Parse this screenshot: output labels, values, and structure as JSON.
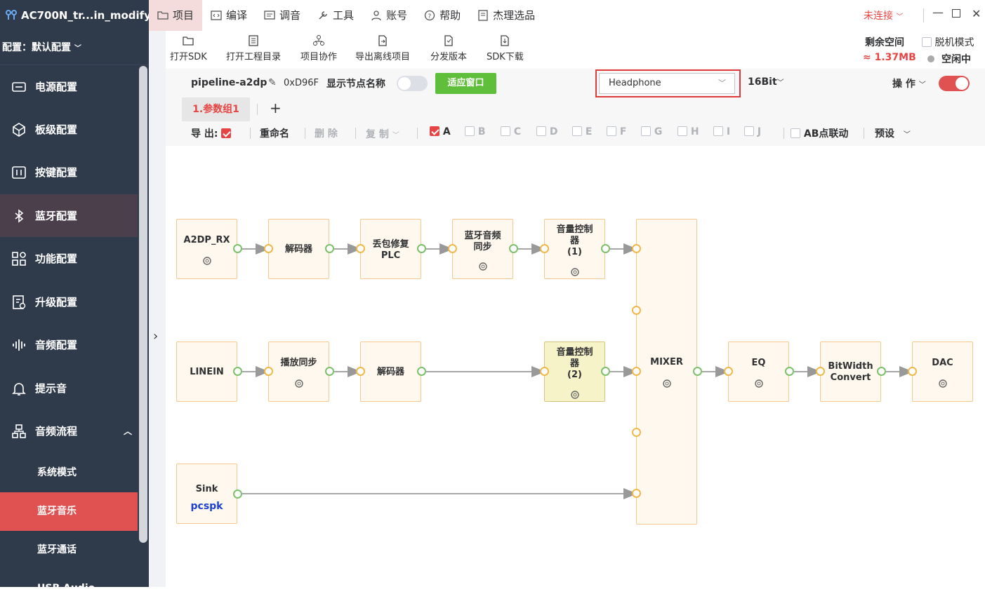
{
  "app": {
    "title": "AC700N_tr...in_modify"
  },
  "menu": [
    {
      "label": "项目",
      "icon": "folder-icon"
    },
    {
      "label": "编译",
      "icon": "code-icon"
    },
    {
      "label": "调音",
      "icon": "tune-icon"
    },
    {
      "label": "工具",
      "icon": "tools-icon"
    },
    {
      "label": "账号",
      "icon": "user-icon"
    },
    {
      "label": "帮助",
      "icon": "help-icon"
    },
    {
      "label": "杰理选品",
      "icon": "shop-icon"
    }
  ],
  "status": {
    "connection": "未连接"
  },
  "config": {
    "label": "配置：默认配置"
  },
  "sidebar": {
    "items": [
      {
        "label": "电源配置",
        "icon": "power-icon"
      },
      {
        "label": "板级配置",
        "icon": "board-icon"
      },
      {
        "label": "按键配置",
        "icon": "key-icon"
      },
      {
        "label": "蓝牙配置",
        "icon": "bluetooth-icon"
      },
      {
        "label": "功能配置",
        "icon": "function-icon"
      },
      {
        "label": "升级配置",
        "icon": "upgrade-icon"
      },
      {
        "label": "音频配置",
        "icon": "audio-icon"
      },
      {
        "label": "提示音",
        "icon": "bell-icon"
      },
      {
        "label": "音频流程",
        "icon": "flow-icon"
      }
    ],
    "subitems": [
      {
        "label": "系统模式"
      },
      {
        "label": "蓝牙音乐"
      },
      {
        "label": "蓝牙通话"
      },
      {
        "label": "USB Audio"
      }
    ]
  },
  "toolbar": [
    {
      "label": "打开SDK",
      "icon": "folder-open-icon"
    },
    {
      "label": "打开工程目录",
      "icon": "list-icon"
    },
    {
      "label": "项目协作",
      "icon": "collab-icon"
    },
    {
      "label": "导出离线项目",
      "icon": "export-icon"
    },
    {
      "label": "分发版本",
      "icon": "distribute-icon"
    },
    {
      "label": "SDK下载",
      "icon": "download-icon"
    }
  ],
  "storage": {
    "title": "剩余空间",
    "value": "≈ 1.37MB",
    "offline_label": "脱机模式",
    "state": "空闲中"
  },
  "pipeline": {
    "name": "pipeline-a2dp",
    "id": "0xD96F",
    "show_names_label": "显示节点名称",
    "fit_button": "适应窗口",
    "device": "Headphone",
    "bitwidth": "16Bit",
    "ops_label": "操 作",
    "group_tab": "1.参数组1",
    "add_tab": "+"
  },
  "editbar": {
    "export": "导 出:",
    "rename": "重命名",
    "delete": "删 除",
    "copy": "复 制",
    "points": [
      "A",
      "B",
      "C",
      "D",
      "E",
      "F",
      "G",
      "H",
      "I",
      "J"
    ],
    "ab_link": "AB点联动",
    "preset": "预设"
  },
  "nodes": {
    "a2dp_rx": "A2DP_RX",
    "decoder1": "解码器",
    "plc": [
      "丢包修复",
      "PLC"
    ],
    "sync1": [
      "蓝牙音频",
      "同步"
    ],
    "vol1": [
      "音量控制",
      "器",
      "(1)"
    ],
    "linein": "LINEIN",
    "sync2": "播放同步",
    "decoder2": "解码器",
    "vol2": [
      "音量控制",
      "器",
      "(2)"
    ],
    "mixer": "MIXER",
    "eq": "EQ",
    "bitwidth": [
      "BitWidth",
      "Convert"
    ],
    "dac": "DAC",
    "sink": "Sink",
    "sink_sub": "pcspk"
  }
}
